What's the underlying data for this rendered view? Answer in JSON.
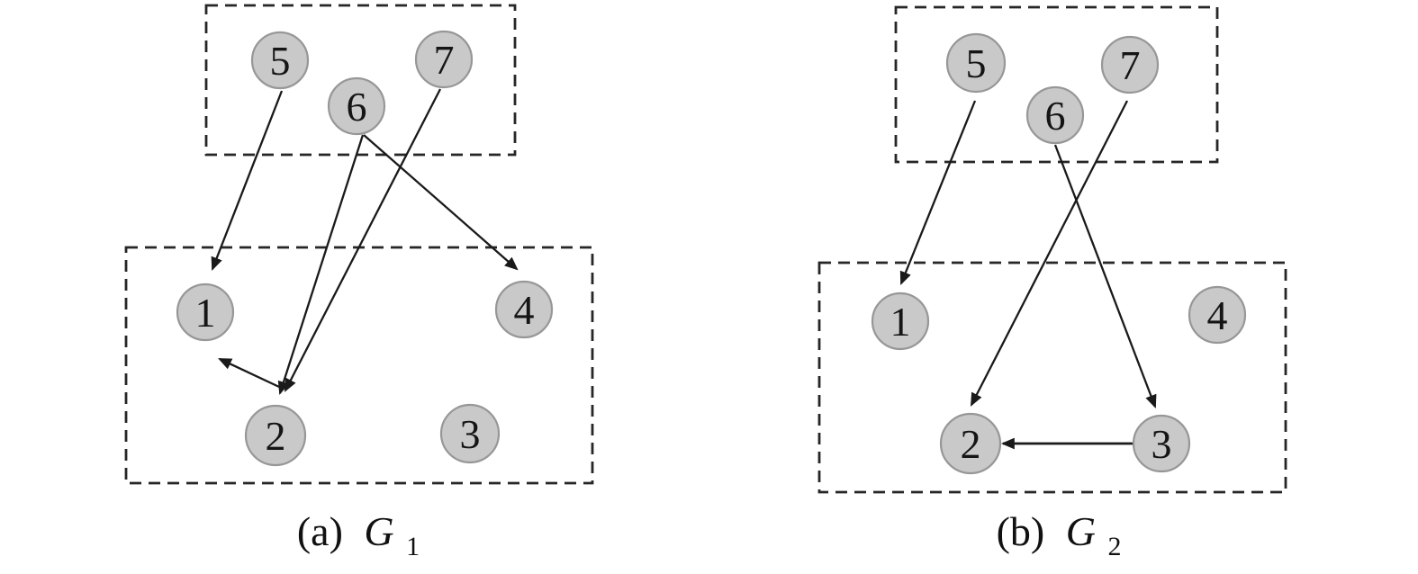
{
  "figure": {
    "description": "Two directed graphs, each drawn with a dashed rectangle grouping nodes 5, 6, 7 on top and a dashed rectangle grouping nodes 1, 2, 3, 4 below, with arrows between nodes.",
    "colors": {
      "background": "#ffffff",
      "node_fill": "#c9c9c9",
      "node_border": "#979797",
      "edge": "#1a1a1a",
      "box_dash": "#262626",
      "text": "#151515"
    }
  },
  "panels": {
    "g1": {
      "caption": {
        "prefix": "(a)",
        "symbol": "G",
        "sub": "1"
      },
      "nodes": {
        "1": "1",
        "2": "2",
        "3": "3",
        "4": "4",
        "5": "5",
        "6": "6",
        "7": "7"
      },
      "top_box_nodes": [
        "5",
        "6",
        "7"
      ],
      "bottom_box_nodes": [
        "1",
        "2",
        "3",
        "4"
      ],
      "edges": [
        {
          "from": "5",
          "to": "1"
        },
        {
          "from": "6",
          "to": "2"
        },
        {
          "from": "6",
          "to": "4"
        },
        {
          "from": "7",
          "to": "2"
        },
        {
          "from": "2",
          "to": "1"
        }
      ]
    },
    "g2": {
      "caption": {
        "prefix": "(b)",
        "symbol": "G",
        "sub": "2"
      },
      "nodes": {
        "1": "1",
        "2": "2",
        "3": "3",
        "4": "4",
        "5": "5",
        "6": "6",
        "7": "7"
      },
      "top_box_nodes": [
        "5",
        "6",
        "7"
      ],
      "bottom_box_nodes": [
        "1",
        "2",
        "3",
        "4"
      ],
      "edges": [
        {
          "from": "5",
          "to": "1"
        },
        {
          "from": "6",
          "to": "3"
        },
        {
          "from": "7",
          "to": "2"
        },
        {
          "from": "3",
          "to": "2"
        }
      ]
    }
  }
}
